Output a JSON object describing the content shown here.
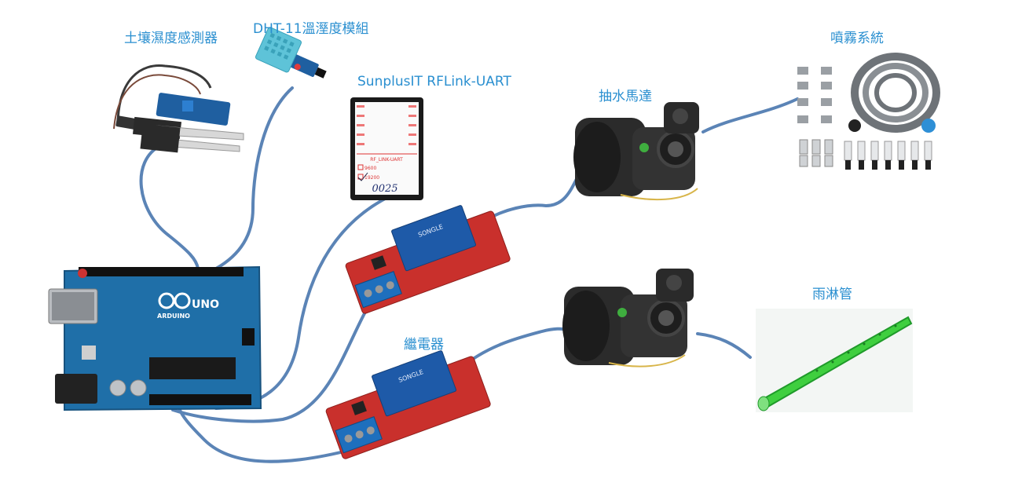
{
  "labels": {
    "soil_sensor": "土壤濕度感測器",
    "dht11": "DHT-11溫溼度模組",
    "rflink": "SunplusIT RFLink-UART",
    "pump_top": "抽水馬達",
    "mist": "噴霧系統",
    "rain_pipe": "雨淋管",
    "relay": "繼電器"
  },
  "board_text": {
    "arduino_brand": "ARDUINO",
    "arduino_model": "UNO",
    "relay_brand": "SONGLE",
    "rflink_model": "RF_LINK-UART",
    "rflink_opt_a": "9600",
    "rflink_opt_b": "19200",
    "rflink_handwriting": "0025"
  },
  "colors": {
    "label_text": "#2a8fd0",
    "wire": "#5b84b6",
    "arduino_board": "#1f6fa8",
    "relay_board": "#c9302c",
    "relay_cube": "#1e5aa8",
    "pump_body": "#2b2b2b",
    "rain_pipe": "#3fcf3f"
  }
}
